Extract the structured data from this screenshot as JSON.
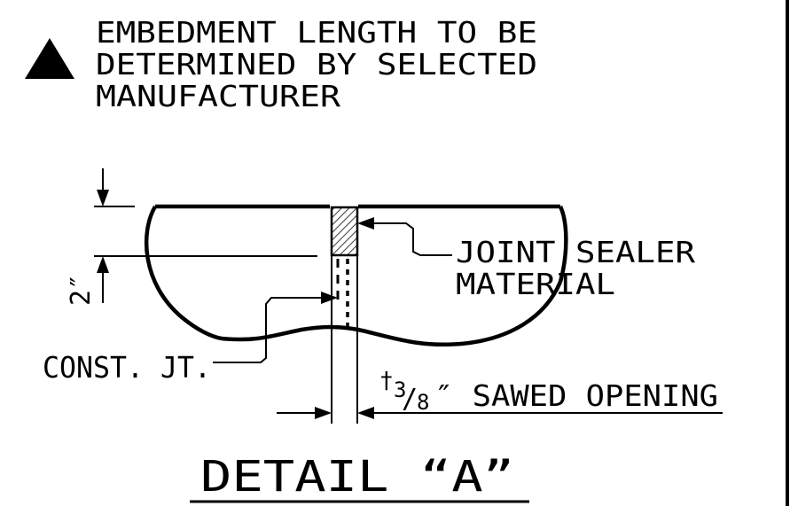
{
  "note": {
    "symbol": "filled-triangle-icon",
    "lines": [
      "EMBEDMENT LENGTH TO BE",
      "DETERMINED BY SELECTED",
      "MANUFACTURER"
    ]
  },
  "labels": {
    "joint_sealer": [
      "JOINT SEALER",
      "MATERIAL"
    ],
    "dimension_2in": "2″",
    "const_jt": "CONST. JT.",
    "dagger": "†",
    "fraction_numerator": "3",
    "fraction_slash": "/",
    "fraction_denominator": "8",
    "sawed_opening": "″ SAWED OPENING"
  },
  "title": "DETAIL “A”",
  "colors": {
    "ink": "#000000",
    "background": "#ffffff"
  }
}
